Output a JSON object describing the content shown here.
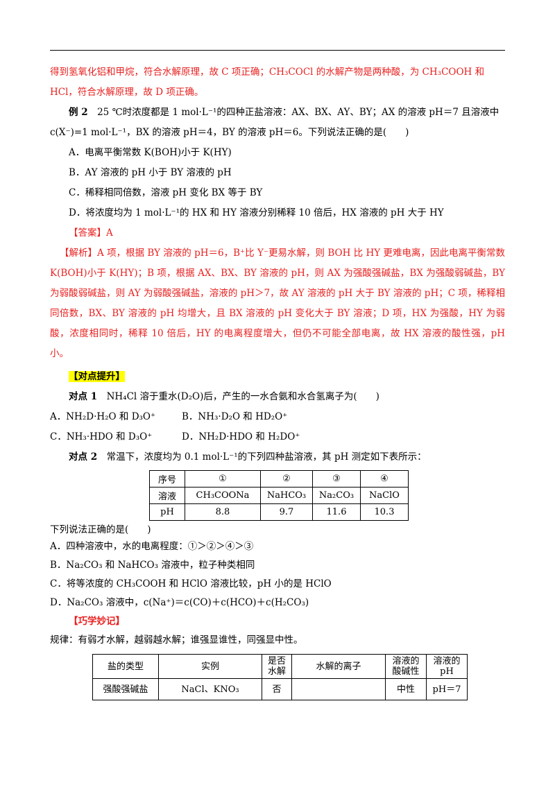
{
  "lines": {
    "l1": "得到氢氧化铝和甲烷，符合水解原理，故 C 项正确；CH₃COCl 的水解产物是两种酸，为 CH₃COOH 和",
    "l2": "HCl，符合水解原理，故 D 项正确。",
    "ex2_head": "例 2",
    "ex2_l1": "25 ℃时浓度都是 1 mol·L⁻¹的四种正盐溶液：AX、BX、AY、BY；AX 的溶液 pH＝7 且溶液中",
    "ex2_l2": "c(X⁻)=1 mol·L⁻¹，BX 的溶液 pH＝4，BY 的溶液 pH＝6。下列说法正确的是(　　)",
    "ex2_a": "A．电离平衡常数 K(BOH)小于 K(HY)",
    "ex2_b": "B．AY 溶液的 pH 小于 BY 溶液的 pH",
    "ex2_c": "C．稀释相同倍数，溶液 pH 变化 BX 等于 BY",
    "ex2_d": "D．将浓度均为 1 mol·L⁻¹的 HX 和 HY 溶液分别稀释 10 倍后，HX 溶液的 pH 大于 HY",
    "answer": "【答案】A",
    "analysis": "【解析】A 项，根据 BY 溶液的 pH＝6，B⁺比 Y⁻更易水解，则 BOH 比 HY 更难电离，因此电离平衡常数 K(BOH)小于 K(HY)；B 项，根据 AX、BX、BY 溶液的 pH，则 AX 为强酸强碱盐，BX 为强酸弱碱盐，BY 为弱酸弱碱盐，则 AY 为弱酸强碱盐，溶液的 pH＞7，故 AY 溶液的 pH 大于 BY 溶液的 pH；C 项，稀释相同倍数，BX、BY 溶液的 pH 均增大，且 BX 溶液的 pH 变化大于 BY 溶液；D 项，HX 为强酸，HY 为弱酸，浓度相同时，稀释 10 倍后，HY 的电离程度增大，但仍不可能全部电离，故 HX 溶液的酸性强，pH 小。",
    "section1": "【对点提升】",
    "q1_head": "对点 1",
    "q1": "NH₄Cl 溶于重水(D₂O)后，产生的一水合氨和水合氢离子为(　　)",
    "q1_a": "A．NH₂D·H₂O 和 D₃O⁺",
    "q1_b": "B．NH₃·D₂O 和 HD₂O⁺",
    "q1_c": "C．NH₃·HDO 和 D₃O⁺",
    "q1_d": "D．NH₂D·HDO 和 H₂DO⁺",
    "q2_head": "对点 2",
    "q2": "常温下，浓度均为 0.1 mol·L⁻¹的下列四种盐溶液，其 pH 测定如下表所示：",
    "q2_after": "下列说法正确的是(　　)",
    "q2_a": "A．四种溶液中，水的电离程度：①＞②＞④＞③",
    "q2_b": "B．Na₂CO₃ 和 NaHCO₃ 溶液中，粒子种类相同",
    "q2_c": "C．将等浓度的 CH₃COOH 和 HClO 溶液比较，pH 小的是 HClO",
    "q2_d": "D．Na₂CO₃ 溶液中，c(Na⁺)＝c(CO)＋c(HCO)＋c(H₂CO₃)",
    "section2": "【巧学妙记】",
    "rule": "规律：有弱才水解，越弱越水解；谁强显谁性，同强显中性。"
  },
  "table1": {
    "rows": [
      [
        "序号",
        "①",
        "②",
        "③",
        "④"
      ],
      [
        "溶液",
        "CH₃COONa",
        "NaHCO₃",
        "Na₂CO₃",
        "NaClO"
      ],
      [
        "pH",
        "8.8",
        "9.7",
        "11.6",
        "10.3"
      ]
    ]
  },
  "table2": {
    "headers": [
      "盐的类型",
      "实例",
      "是否水解",
      "水解的离子",
      "溶液的酸碱性",
      "溶液的pH"
    ],
    "rows": [
      [
        "强酸强碱盐",
        "NaCl、KNO₃",
        "否",
        "",
        "中性",
        "pH＝7"
      ]
    ]
  },
  "colors": {
    "answer_red": "#e8201f",
    "highlight": "#ffff00"
  }
}
